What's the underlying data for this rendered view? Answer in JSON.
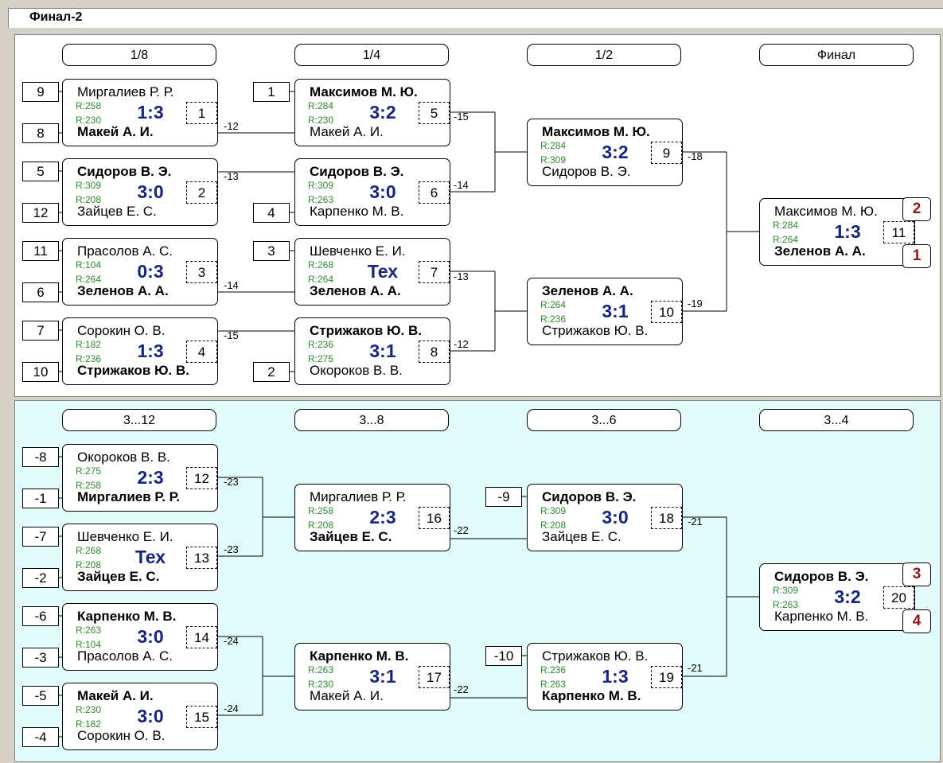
{
  "title": "Финал-2",
  "sections": [
    {
      "name": "main",
      "headers": [
        "1/8",
        "1/4",
        "1/2",
        "Финал"
      ],
      "seeds": [
        "9",
        "8",
        "5",
        "12",
        "11",
        "6",
        "7",
        "10",
        "1",
        "4",
        "3",
        "2"
      ],
      "matches": [
        {
          "id": "m1",
          "p1": "Миргалиев Р. Р.",
          "r1": "R:258",
          "p2": "Макей А. И.",
          "r2": "R:230",
          "score": "1:3",
          "num": "1",
          "winner": 2
        },
        {
          "id": "m2",
          "p1": "Сидоров В. Э.",
          "r1": "R:309",
          "p2": "Зайцев Е. С.",
          "r2": "R:208",
          "score": "3:0",
          "num": "2",
          "winner": 1
        },
        {
          "id": "m3",
          "p1": "Прасолов А. С.",
          "r1": "R:104",
          "p2": "Зеленов А. А.",
          "r2": "R:264",
          "score": "0:3",
          "num": "3",
          "winner": 2
        },
        {
          "id": "m4",
          "p1": "Сорокин О. В.",
          "r1": "R:182",
          "p2": "Стрижаков Ю. В.",
          "r2": "R:236",
          "score": "1:3",
          "num": "4",
          "winner": 2
        },
        {
          "id": "m5",
          "p1": "Максимов М. Ю.",
          "r1": "R:284",
          "p2": "Макей А. И.",
          "r2": "R:230",
          "score": "3:2",
          "num": "5",
          "winner": 1
        },
        {
          "id": "m6",
          "p1": "Сидоров В. Э.",
          "r1": "R:309",
          "p2": "Карпенко М. В.",
          "r2": "R:263",
          "score": "3:0",
          "num": "6",
          "winner": 1
        },
        {
          "id": "m7",
          "p1": "Шевченко Е. И.",
          "r1": "R:268",
          "p2": "Зеленов А. А.",
          "r2": "R:264",
          "score": "Тех",
          "num": "7",
          "winner": 2
        },
        {
          "id": "m8",
          "p1": "Стрижаков Ю. В.",
          "r1": "R:236",
          "p2": "Окороков В. В.",
          "r2": "R:275",
          "score": "3:1",
          "num": "8",
          "winner": 1
        },
        {
          "id": "m9",
          "p1": "Максимов М. Ю.",
          "r1": "R:284",
          "p2": "Сидоров В. Э.",
          "r2": "R:309",
          "score": "3:2",
          "num": "9",
          "winner": 1
        },
        {
          "id": "m10",
          "p1": "Зеленов А. А.",
          "r1": "R:264",
          "p2": "Стрижаков Ю. В.",
          "r2": "R:236",
          "score": "3:1",
          "num": "10",
          "winner": 1
        },
        {
          "id": "m11",
          "p1": "Максимов М. Ю.",
          "r1": "R:284",
          "p2": "Зеленов А. А.",
          "r2": "R:264",
          "score": "1:3",
          "num": "11",
          "winner": 2
        }
      ],
      "loser_labels": [
        "-12",
        "-13",
        "-14",
        "-15",
        "-15",
        "-14",
        "-13",
        "-12",
        "-18",
        "-19"
      ],
      "places": [
        "2",
        "1"
      ]
    },
    {
      "name": "consolation",
      "headers": [
        "3...12",
        "3...8",
        "3...6",
        "3...4"
      ],
      "seeds": [
        "-8",
        "-1",
        "-7",
        "-2",
        "-6",
        "-3",
        "-5",
        "-4",
        "-9",
        "-10"
      ],
      "matches": [
        {
          "id": "m12",
          "p1": "Окороков В. В.",
          "r1": "R:275",
          "p2": "Миргалиев Р. Р.",
          "r2": "R:258",
          "score": "2:3",
          "num": "12",
          "winner": 2
        },
        {
          "id": "m13",
          "p1": "Шевченко Е. И.",
          "r1": "R:268",
          "p2": "Зайцев Е. С.",
          "r2": "R:208",
          "score": "Тех",
          "num": "13",
          "winner": 2
        },
        {
          "id": "m14",
          "p1": "Карпенко М. В.",
          "r1": "R:263",
          "p2": "Прасолов А. С.",
          "r2": "R:104",
          "score": "3:0",
          "num": "14",
          "winner": 1
        },
        {
          "id": "m15",
          "p1": "Макей А. И.",
          "r1": "R:230",
          "p2": "Сорокин О. В.",
          "r2": "R:182",
          "score": "3:0",
          "num": "15",
          "winner": 1
        },
        {
          "id": "m16",
          "p1": "Миргалиев Р. Р.",
          "r1": "R:258",
          "p2": "Зайцев Е. С.",
          "r2": "R:208",
          "score": "2:3",
          "num": "16",
          "winner": 2
        },
        {
          "id": "m17",
          "p1": "Карпенко М. В.",
          "r1": "R:263",
          "p2": "Макей А. И.",
          "r2": "R:230",
          "score": "3:1",
          "num": "17",
          "winner": 1
        },
        {
          "id": "m18",
          "p1": "Сидоров В. Э.",
          "r1": "R:309",
          "p2": "Зайцев Е. С.",
          "r2": "R:208",
          "score": "3:0",
          "num": "18",
          "winner": 1
        },
        {
          "id": "m19",
          "p1": "Стрижаков Ю. В.",
          "r1": "R:236",
          "p2": "Карпенко М. В.",
          "r2": "R:263",
          "score": "1:3",
          "num": "19",
          "winner": 2
        },
        {
          "id": "m20",
          "p1": "Сидоров В. Э.",
          "r1": "R:309",
          "p2": "Карпенко М. В.",
          "r2": "R:263",
          "score": "3:2",
          "num": "20",
          "winner": 1
        }
      ],
      "loser_labels": [
        "-23",
        "-23",
        "-24",
        "-24",
        "-22",
        "-22",
        "-21",
        "-21"
      ],
      "places": [
        "3",
        "4"
      ]
    }
  ]
}
